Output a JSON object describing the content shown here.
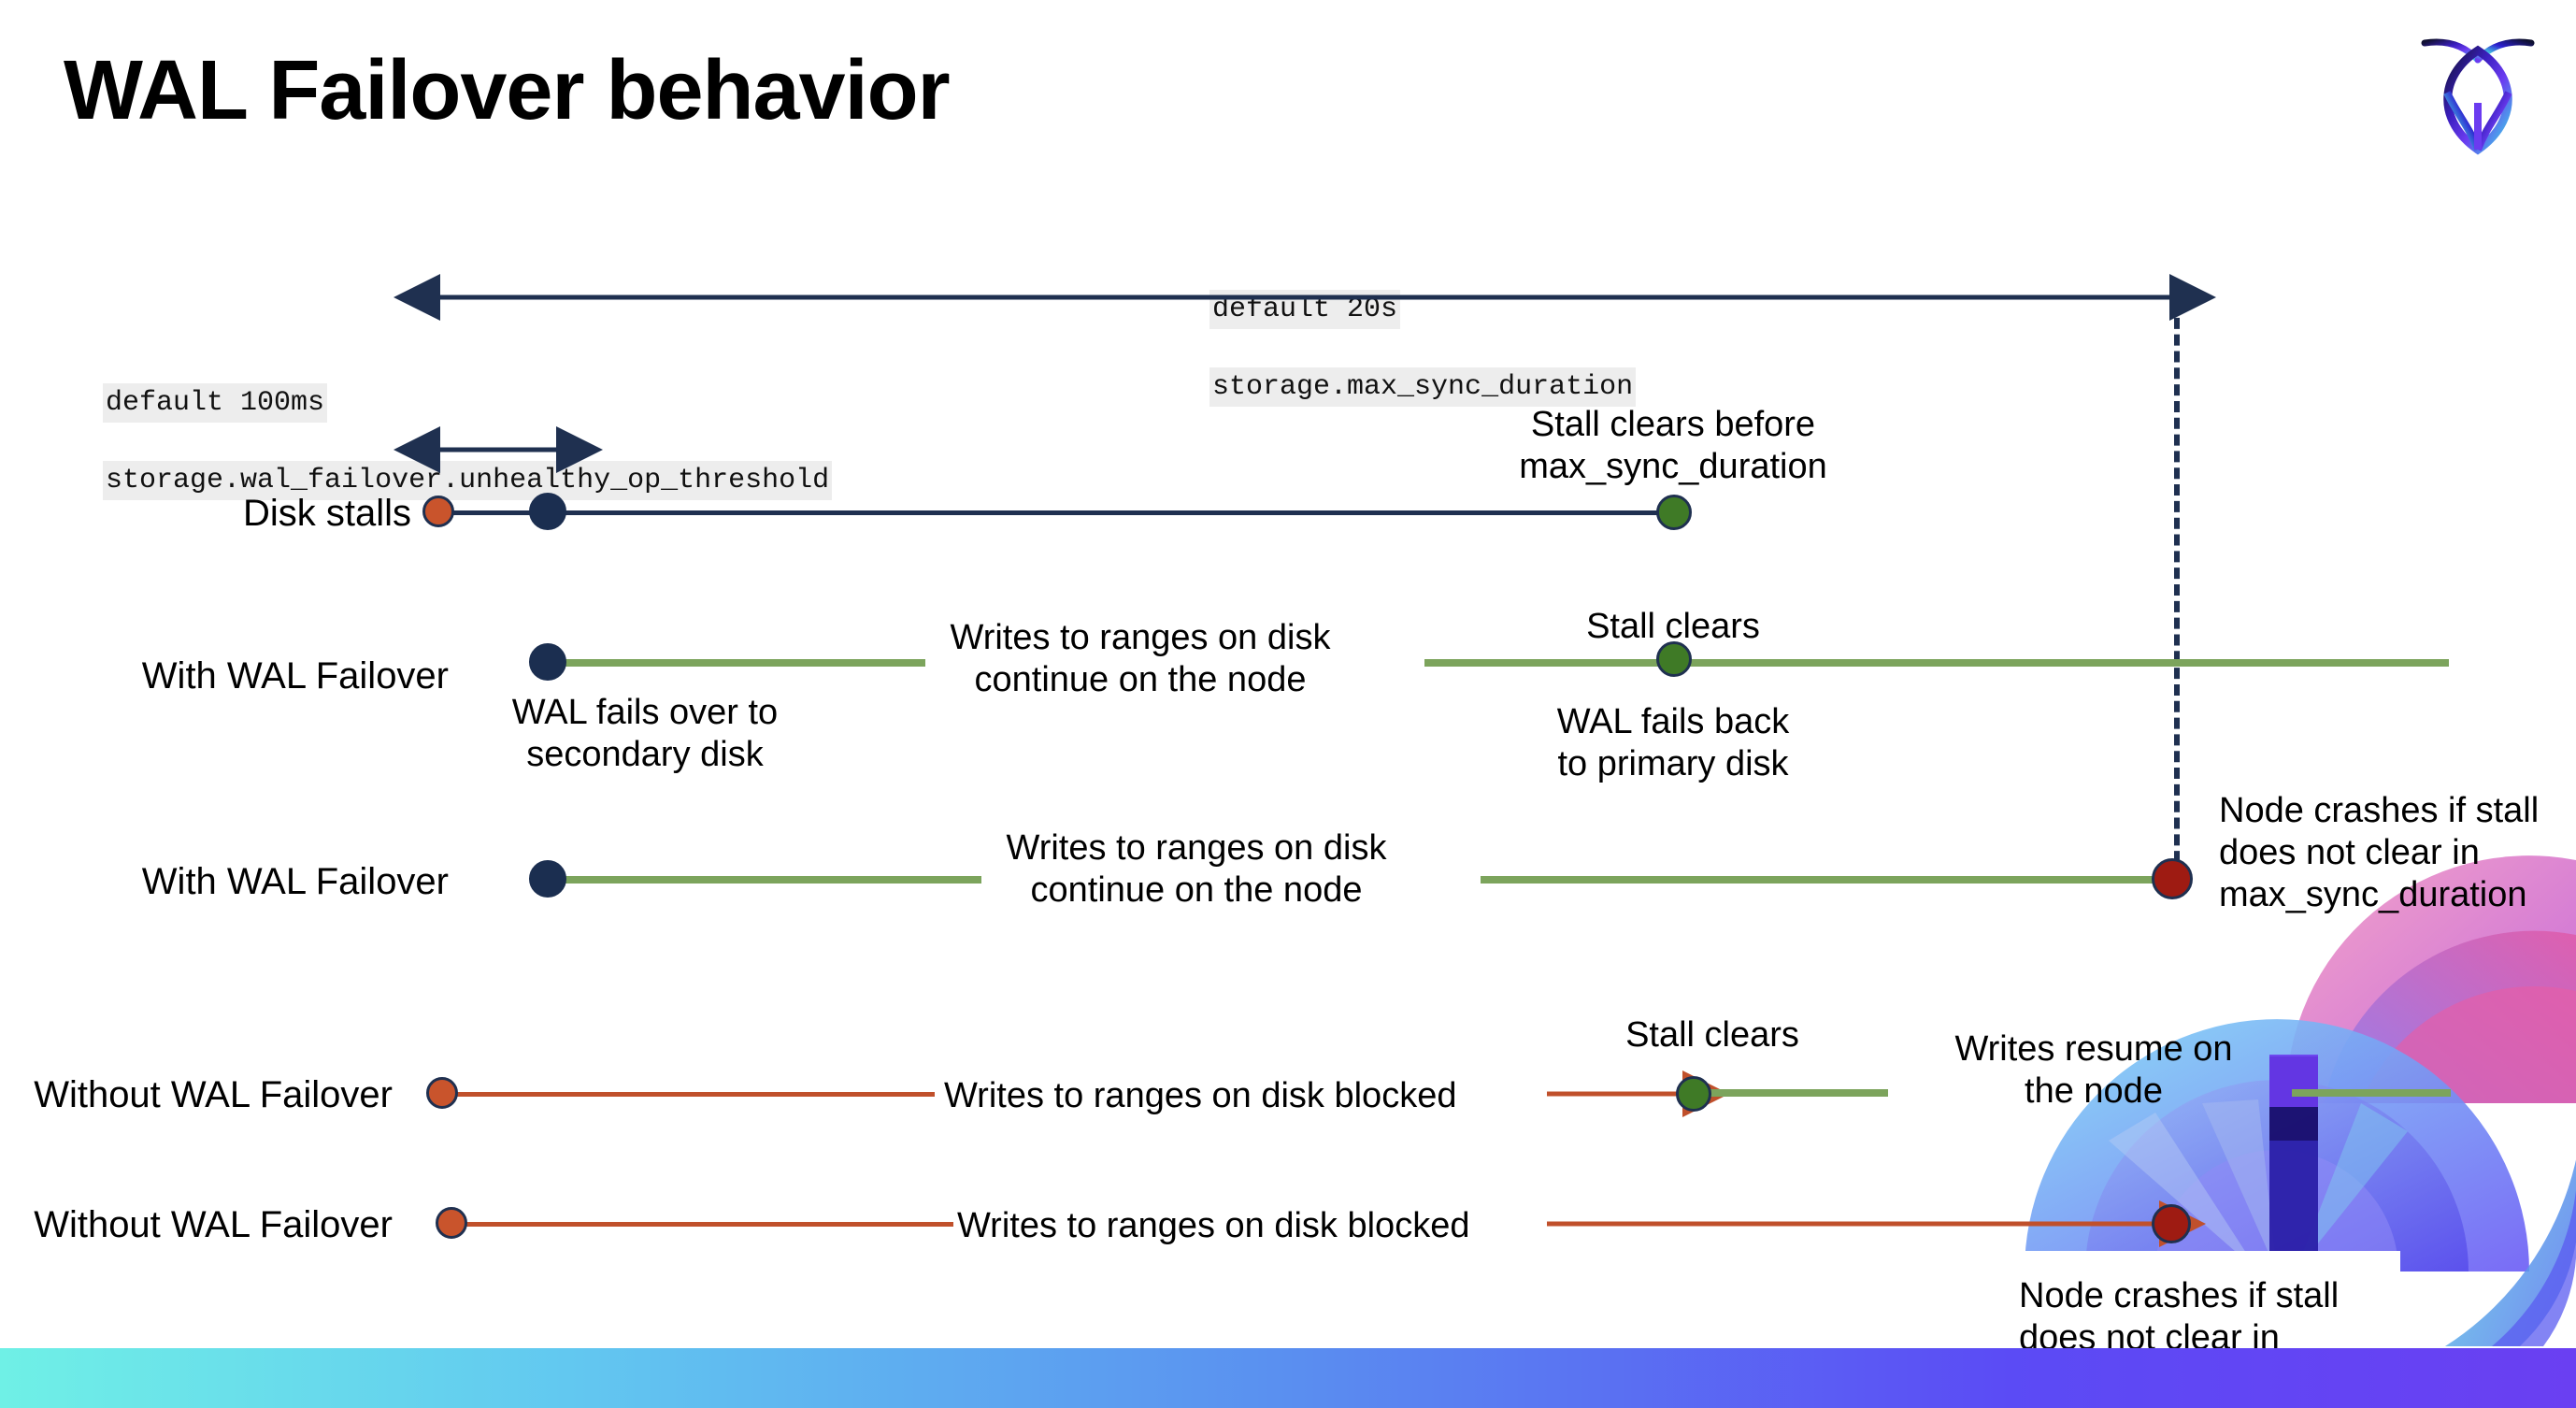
{
  "slide": {
    "title": "WAL Failover behavior",
    "logo_name": "cockroachdb-logo"
  },
  "annotations": {
    "max_sync": {
      "line1": "default 20s",
      "line2": "storage.max_sync_duration"
    },
    "unhealthy_op": {
      "line1": "default 100ms",
      "line2": "storage.wal_failover.unhealthy_op_threshold"
    }
  },
  "rows": [
    {
      "id": "disk-stalls",
      "name": "Disk stalls",
      "notes": [
        {
          "id": "stall-clears-before",
          "text": "Stall clears before\nmax_sync_duration"
        }
      ]
    },
    {
      "id": "with-wal-failover-1",
      "name": "With WAL Failover",
      "notes": [
        {
          "id": "writes-continue",
          "text": "Writes to ranges on disk\ncontinue on the node"
        },
        {
          "id": "wal-fails-over",
          "text": "WAL fails over to\nsecondary disk"
        },
        {
          "id": "stall-clears",
          "text": "Stall clears"
        },
        {
          "id": "wal-fails-back",
          "text": "WAL fails  back\nto primary disk"
        }
      ]
    },
    {
      "id": "with-wal-failover-2",
      "name": "With WAL Failover",
      "notes": [
        {
          "id": "writes-continue-2",
          "text": "Writes to ranges on disk\ncontinue on the node"
        },
        {
          "id": "node-crashes-1",
          "text": "Node crashes if stall\ndoes not clear in\nmax_sync_duration"
        }
      ]
    },
    {
      "id": "without-wal-failover-1",
      "name": "Without WAL Failover",
      "notes": [
        {
          "id": "writes-blocked-1",
          "text": "Writes to ranges on disk  blocked"
        },
        {
          "id": "stall-clears-2",
          "text": "Stall clears"
        },
        {
          "id": "writes-resume",
          "text": "Writes resume on\nthe node"
        }
      ]
    },
    {
      "id": "without-wal-failover-2",
      "name": "Without WAL Failover",
      "notes": [
        {
          "id": "writes-blocked-2",
          "text": "Writes to ranges on disk  blocked"
        },
        {
          "id": "node-crashes-2",
          "text": "Node crashes if stall\ndoes not clear in\nmax_sync_duration"
        }
      ]
    }
  ],
  "colors": {
    "navy": "#1F3050",
    "green_line": "#7CA45C",
    "red_line": "#C0502B",
    "dot_orange": "#C9542C",
    "dot_navy": "#1B2E50",
    "dot_green": "#3F7A26",
    "dot_dark_red": "#9E1B12",
    "bar_gradient_start": "#6FF0E6",
    "bar_gradient_end": "#6A3FF2"
  }
}
